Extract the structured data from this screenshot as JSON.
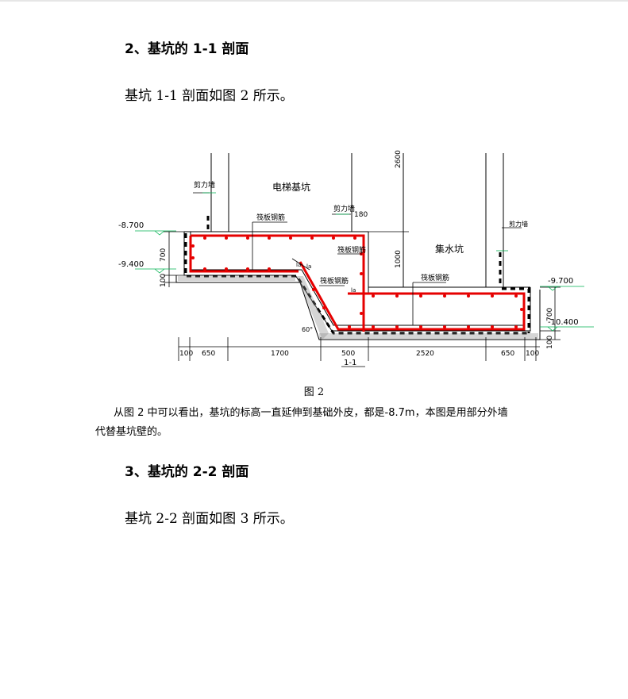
{
  "section2": {
    "heading": "2、基坑的 1-1 剖面",
    "intro": "基坑 1-1 剖面如图 2 所示。"
  },
  "figure": {
    "caption": "图 2",
    "section_label": "1-1",
    "labels": {
      "elevator_pit": "电梯基坑",
      "sump_pit": "集水坑",
      "shear_wall_1": "剪力墙",
      "shear_wall_2": "剪力墙",
      "shear_wall_3": "剪力墙",
      "raft_rebar_1": "筏板钢筋",
      "raft_rebar_2": "筏板钢筋",
      "raft_rebar_3": "筏板钢筋",
      "raft_rebar_4": "筏板钢筋",
      "la_1": "la",
      "la_2": "la",
      "la_3": "la",
      "angle": "60°"
    },
    "elevations": {
      "e1": "-8.700",
      "e2": "-9.400",
      "e3": "-9.700",
      "e4": "-10.400"
    },
    "dimensions": {
      "d700_left": "700",
      "d100_left": "100",
      "d180": "180",
      "d1000": "1000",
      "d2600": "2600",
      "d700_right": "700",
      "d100_right": "100"
    },
    "bottom_dims": [
      "100",
      "650",
      "1700",
      "500",
      "2520",
      "650",
      "100"
    ]
  },
  "paragraph": {
    "line1": "从图 2 中可以看出，基坑的标高一直延伸到基础外皮，都是-8.7m，本图是用部分外墙",
    "line2": "代替基坑壁的。"
  },
  "section3": {
    "heading": "3、基坑的 2-2 剖面",
    "intro": "基坑 2-2 剖面如图 3 所示。"
  },
  "colors": {
    "rebar": "#e60000",
    "elevation_marker": "#00b050",
    "line": "#000000"
  }
}
